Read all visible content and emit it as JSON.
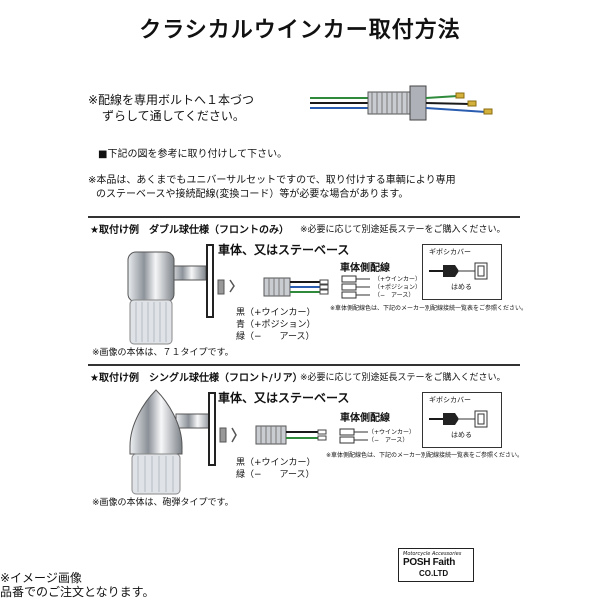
{
  "title": "クラシカルウインカー取付方法",
  "intro_note": [
    "※配線を専用ボルトへ１本づつ",
    "ずらして通してください。"
  ],
  "instruction": "■下記の図を参考に取り付けして下さい。",
  "universal_note": [
    "※本品は、あくまでもユニバーサルセットですので、取り付けする車輌により専用",
    "のステーベースや接続配線(変換コード）等が必要な場合があります。"
  ],
  "section1": {
    "heading": "★取付け例　ダブル球仕様（フロントのみ）",
    "stay_note": "※必要に応じて別途延長ステーをご購入ください。",
    "body_label": "車体、又はステーベース",
    "harness_title": "車体側配線",
    "harness_lines": [
      "（+ウインカー）",
      "（+ポジション）",
      "（−　アース）"
    ],
    "wire_colors": [
      "黒（+ウインカー）",
      "青（+ポジション）",
      "緑（−　　アース）"
    ],
    "color_note": "※車体側配線色は、下記のメーカー別配線接続一覧表をご参照ください。",
    "inset_title": "ギボシカバー",
    "inset_label": "はめる",
    "image_note": "※画像の本体は、７１タイプです。"
  },
  "section2": {
    "heading": "★取付け例　シングル球仕様（フロント/リア）",
    "stay_note": "※必要に応じて別途延長ステーをご購入ください。",
    "body_label": "車体、又はステーベース",
    "harness_title": "車体側配線",
    "harness_lines": [
      "（+ウインカー）",
      "（−　アース）"
    ],
    "wire_colors": [
      "黒（+ウインカー）",
      "緑（−　　アース）"
    ],
    "color_note": "※車体側配線色は、下記のメーカー別配線接続一覧表をご参照ください。",
    "inset_title": "ギボシカバー",
    "inset_label": "はめる",
    "image_note": "※画像の本体は、砲弾タイプです。"
  },
  "logo": {
    "tagline": "Motorcycle Accessories",
    "name": "POSH Faith",
    "company": "CO.LTD"
  },
  "footer": [
    "※イメージ画像",
    "品番でのご注文となります。"
  ],
  "colors": {
    "wire_black": "#1a1a1a",
    "wire_blue": "#2a5db0",
    "wire_green": "#2f8a3c",
    "chrome": "#b8bcc2",
    "lens": "#dfe3e8"
  }
}
